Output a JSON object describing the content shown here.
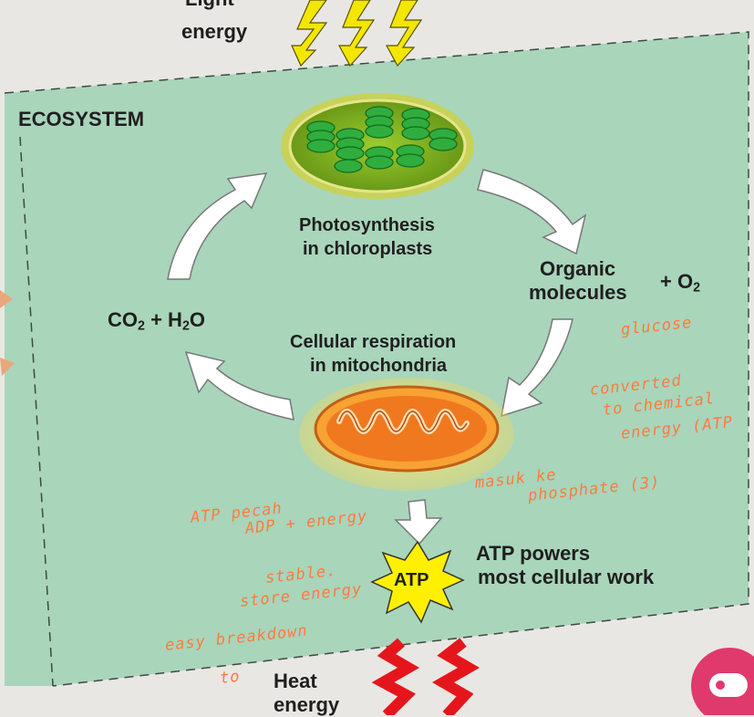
{
  "labels": {
    "light_energy_1": "Light",
    "light_energy_2": "energy",
    "ecosystem": "ECOSYSTEM",
    "photosynthesis_1": "Photosynthesis",
    "photosynthesis_2": "in chloroplasts",
    "organic_1": "Organic",
    "organic_2": "molecules",
    "o2_plus": "+ O",
    "o2_sub": "2",
    "co2": "CO",
    "co2_sub": "2",
    "h2o_plus": "+ H",
    "h2o_sub": "2",
    "h2o_o": "O",
    "respiration_1": "Cellular respiration",
    "respiration_2": "in mitochondria",
    "atp_badge": "ATP",
    "atp_powers_1": "ATP powers",
    "atp_powers_2": "most cellular work",
    "heat_1": "Heat",
    "heat_2": "energy"
  },
  "handwritten": {
    "glucose": "glucose",
    "converted_1": "converted",
    "converted_2": "to chemical",
    "converted_3": "energy (ATP",
    "masuk_1": "masuk ke",
    "masuk_2": "phosphate (3)",
    "atp_pecah_1": "ATP pecah",
    "atp_pecah_2": "ADP + energy",
    "stable_1": "stable.",
    "stable_2": "store energy",
    "easy_1": "easy breakdown",
    "easy_2": "to"
  },
  "colors": {
    "ecosystem_bg": "#a9d5bb",
    "arrow_fill": "#ffffff",
    "lightning": "#f3e600",
    "heat": "#e5161b",
    "handwriting": "#ff7a3d",
    "atp_star": "#fff000"
  },
  "icons": [
    "chloroplast-icon",
    "mitochondrion-icon",
    "lightning-icon",
    "heat-zigzag-icon",
    "app-logo-icon"
  ]
}
